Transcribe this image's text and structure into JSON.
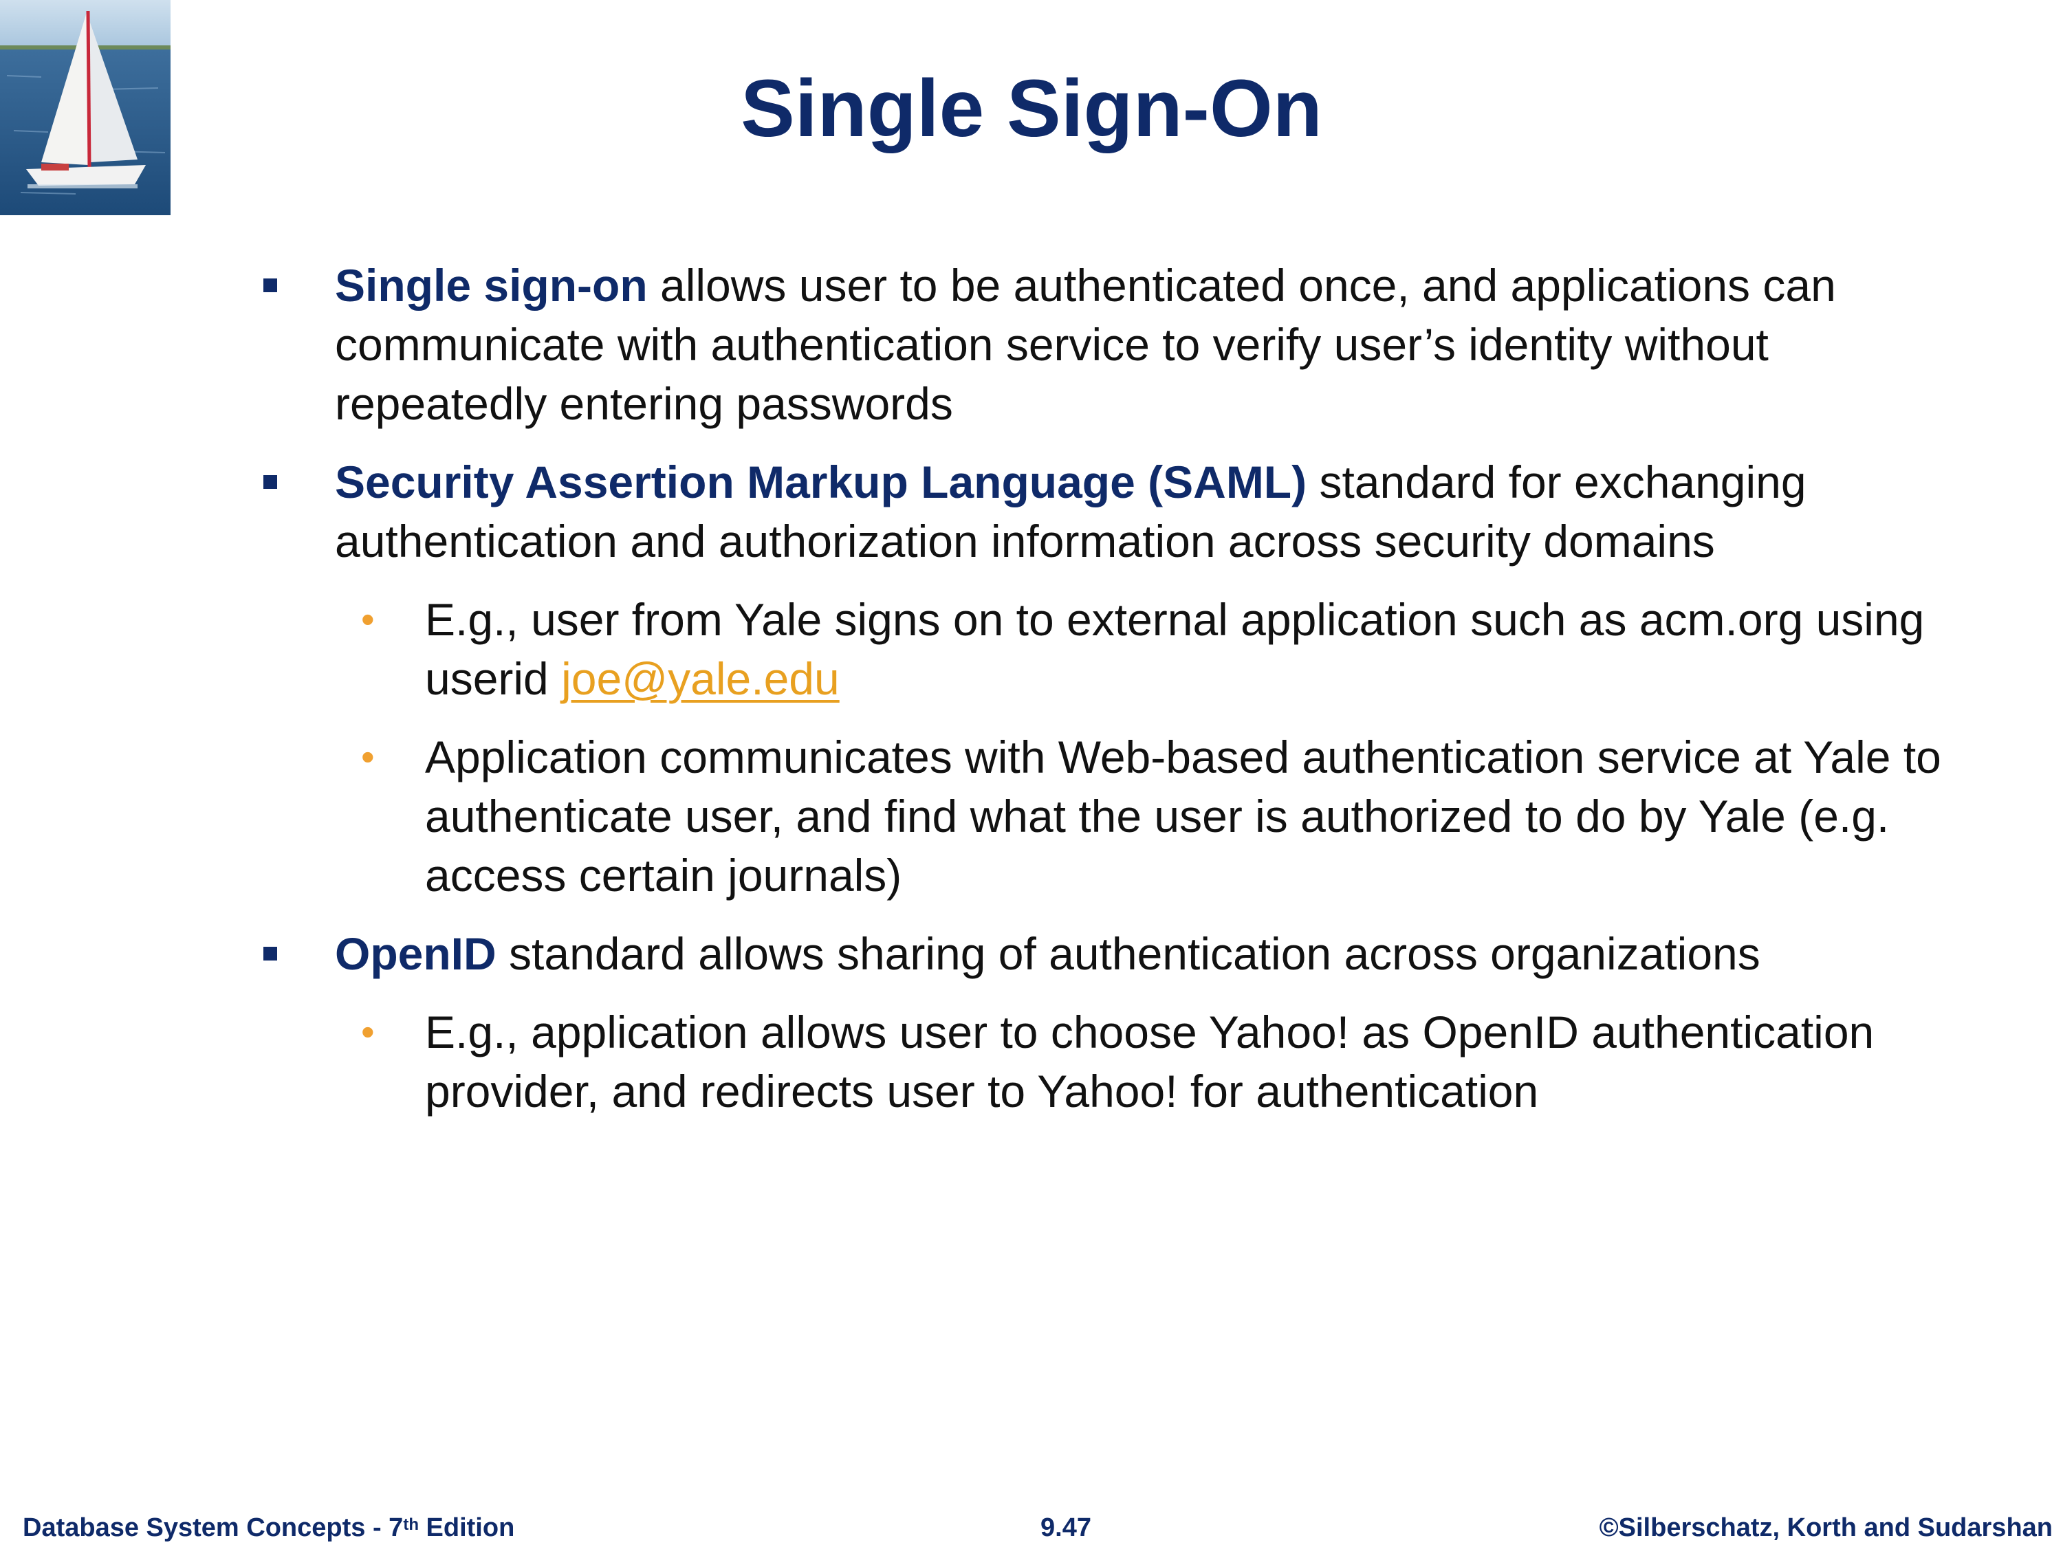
{
  "slide": {
    "title": "Single Sign-On",
    "bullets": [
      {
        "bold": "Single sign-on",
        "text": " allows user to be authenticated once, and applications can communicate with authentication service to verify user’s identity without repeatedly entering passwords"
      },
      {
        "bold": "Security Assertion Markup Language (SAML)",
        "text": " standard for exchanging authentication and authorization information across security domains",
        "sub": [
          {
            "text": "E.g., user from Yale signs on to external application such as acm.org using userid ",
            "link": "joe@yale.edu"
          },
          {
            "text": "Application communicates with Web-based authentication service at Yale to authenticate user, and find what the user is authorized to do by Yale (e.g. access certain journals)"
          }
        ]
      },
      {
        "bold": "OpenID",
        "text": " standard allows sharing of authentication across organizations",
        "sub": [
          {
            "text": "E.g., application allows user to choose Yahoo! as OpenID authentication provider, and redirects user to Yahoo! for authentication"
          }
        ]
      }
    ]
  },
  "footer": {
    "left_prefix": "Database System Concepts - 7",
    "left_sup": "th",
    "left_suffix": " Edition",
    "center": "9.47",
    "right": "©Silberschatz, Korth and Sudarshan"
  },
  "colors": {
    "title": "#0f2a69",
    "square_bullet": "#0f2a69",
    "round_bullet": "#f0a030",
    "link": "#e8a020"
  }
}
